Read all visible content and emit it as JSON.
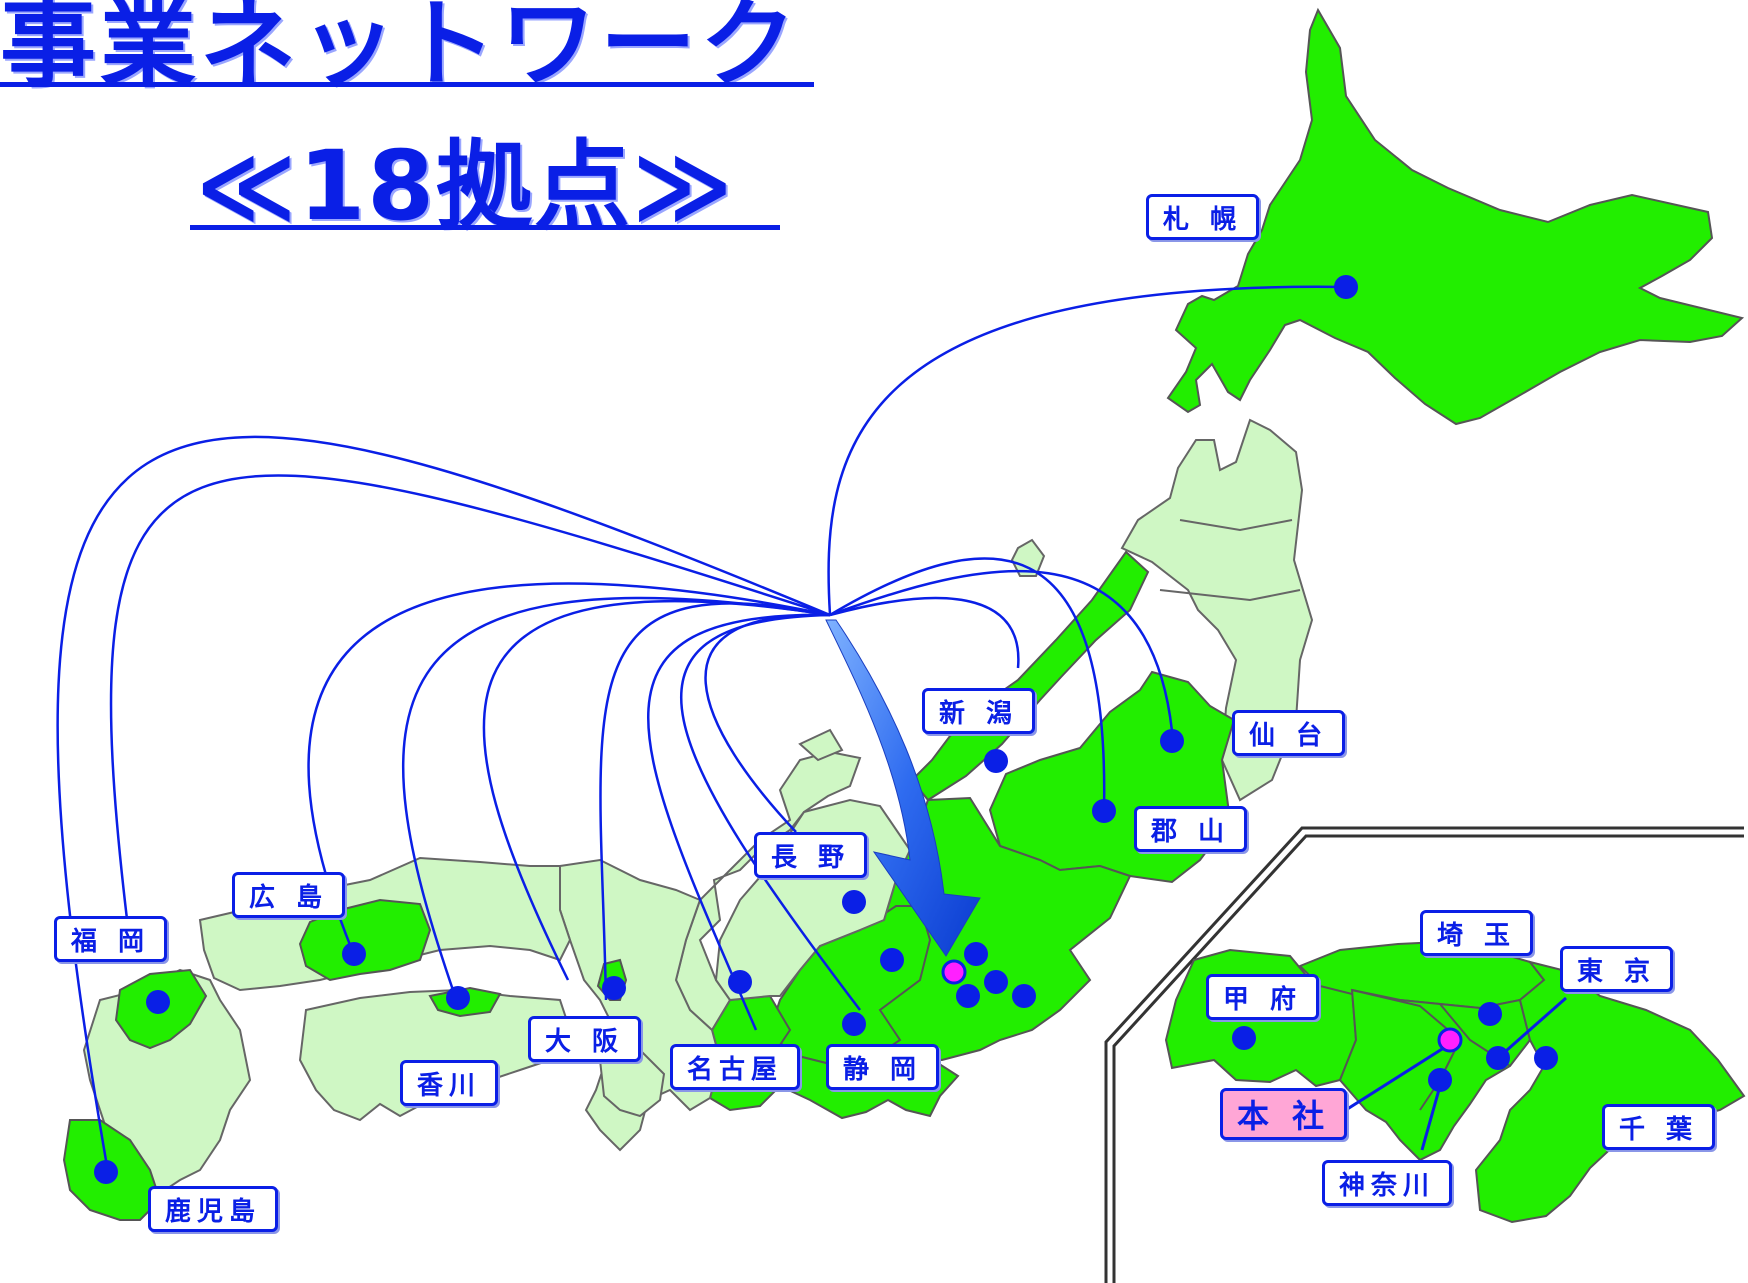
{
  "title": {
    "line1": "事業ネットワーク",
    "line2": "≪18拠点≫"
  },
  "colors": {
    "accent_blue": "#0a1fe6",
    "office_region_green": "#22ee00",
    "other_region_green": "#cff7c4",
    "border_gray": "#666666",
    "headquarters_pink": "#ffa6d6",
    "headquarters_dot": "#ff20ff"
  },
  "offices": {
    "sapporo": "札 幌",
    "sendai": "仙 台",
    "koriyama": "郡 山",
    "niigata": "新 潟",
    "nagano": "長 野",
    "shizuoka": "静 岡",
    "nagoya": "名古屋",
    "osaka": "大 阪",
    "kagawa": "香川",
    "hiroshima": "広 島",
    "fukuoka": "福 岡",
    "kagoshima": "鹿児島"
  },
  "inset": {
    "saitama": "埼 玉",
    "tokyo": "東 京",
    "kofu": "甲 府",
    "headquarters": "本 社",
    "kanagawa": "神奈川",
    "chiba": "千 葉"
  }
}
